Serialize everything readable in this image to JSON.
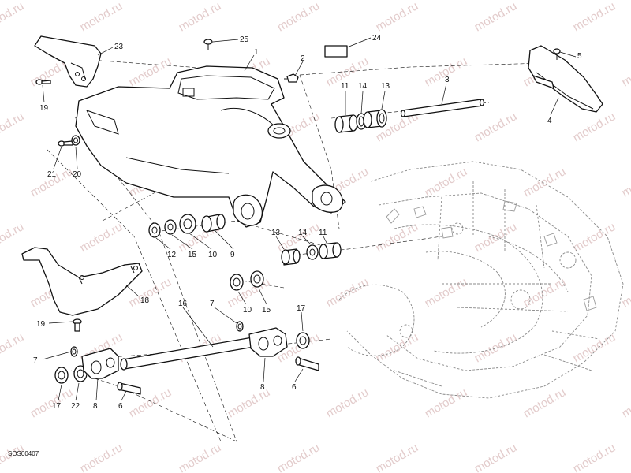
{
  "diagram": {
    "watermark": "motod.ru",
    "drawing_code": "SOS00407",
    "callouts": [
      {
        "id": "c23",
        "label": "23"
      },
      {
        "id": "c25",
        "label": "25"
      },
      {
        "id": "c1",
        "label": "1"
      },
      {
        "id": "c2",
        "label": "2"
      },
      {
        "id": "c24",
        "label": "24"
      },
      {
        "id": "c5",
        "label": "5"
      },
      {
        "id": "c19a",
        "label": "19"
      },
      {
        "id": "c11a",
        "label": "11"
      },
      {
        "id": "c14a",
        "label": "14"
      },
      {
        "id": "c13a",
        "label": "13"
      },
      {
        "id": "c3",
        "label": "3"
      },
      {
        "id": "c4",
        "label": "4"
      },
      {
        "id": "c21",
        "label": "21"
      },
      {
        "id": "c20",
        "label": "20"
      },
      {
        "id": "c12",
        "label": "12"
      },
      {
        "id": "c15a",
        "label": "15"
      },
      {
        "id": "c10a",
        "label": "10"
      },
      {
        "id": "c9",
        "label": "9"
      },
      {
        "id": "c13b",
        "label": "13"
      },
      {
        "id": "c14b",
        "label": "14"
      },
      {
        "id": "c11b",
        "label": "11"
      },
      {
        "id": "c18",
        "label": "18"
      },
      {
        "id": "c10b",
        "label": "10"
      },
      {
        "id": "c15b",
        "label": "15"
      },
      {
        "id": "c19b",
        "label": "19"
      },
      {
        "id": "c16",
        "label": "16"
      },
      {
        "id": "c7a",
        "label": "7"
      },
      {
        "id": "c17a",
        "label": "17"
      },
      {
        "id": "c7b",
        "label": "7"
      },
      {
        "id": "c17b",
        "label": "17"
      },
      {
        "id": "c22",
        "label": "22"
      },
      {
        "id": "c8a",
        "label": "8"
      },
      {
        "id": "c6a",
        "label": "6"
      },
      {
        "id": "c8b",
        "label": "8"
      },
      {
        "id": "c6b",
        "label": "6"
      }
    ]
  }
}
